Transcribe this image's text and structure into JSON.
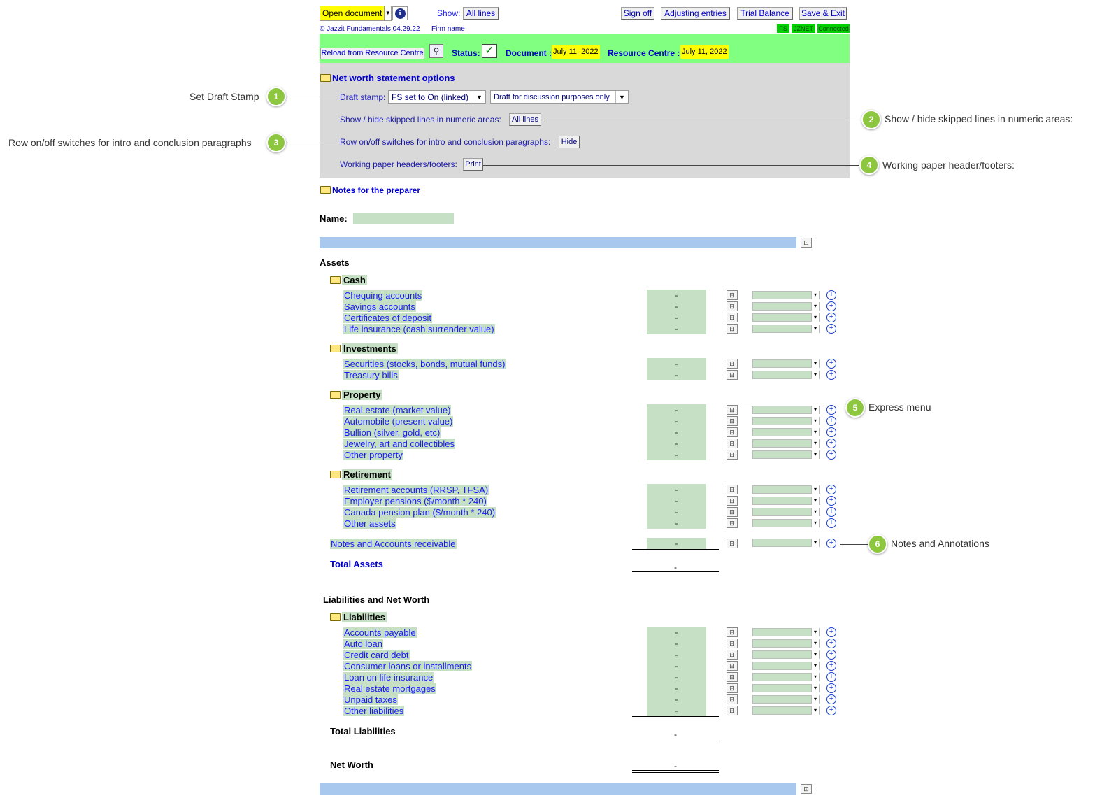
{
  "toolbar": {
    "open_document": "Open document",
    "show_label": "Show:",
    "show_value": "All lines",
    "sign_off": "Sign off",
    "adjusting_entries": "Adjusting entries",
    "trial_balance": "Trial Balance",
    "save_exit": "Save & Exit",
    "copyright": "© Jazzit Fundamentals 04.29.22",
    "firm_name": "Firm name",
    "badges": [
      "FS",
      "JZNET",
      "Connected"
    ]
  },
  "status_bar": {
    "reload": "Reload from Resource Centre",
    "status_label": "Status:",
    "document_label": "Document :",
    "document_date": "July 11, 2022",
    "rc_label": "Resource Centre :",
    "rc_date": "July 11, 2022"
  },
  "options": {
    "title": "Net worth statement options",
    "draft_stamp_label": "Draft stamp:",
    "draft_stamp_value": "FS set to On (linked)",
    "draft_text_value": "Draft for discussion purposes only",
    "skipped_lines_label": "Show / hide skipped lines in numeric areas:",
    "skipped_lines_button": "All lines",
    "row_switch_label": "Row on/off switches for intro and conclusion paragraphs:",
    "row_switch_button": "Hide",
    "headers_label": "Working paper headers/footers:",
    "headers_button": "Print"
  },
  "notes_link": "Notes for the preparer",
  "name_label": "Name:",
  "callouts": [
    {
      "n": "1",
      "text": "Set Draft Stamp"
    },
    {
      "n": "2",
      "text": "Show / hide skipped lines in numeric areas:"
    },
    {
      "n": "3",
      "text": "Row on/off switches for intro and conclusion paragraphs"
    },
    {
      "n": "4",
      "text": "Working paper header/footers:"
    },
    {
      "n": "5",
      "text": "Express menu"
    },
    {
      "n": "6",
      "text": "Notes and Annotations"
    }
  ],
  "assets": {
    "heading": "Assets",
    "groups": [
      {
        "title": "Cash",
        "items": [
          "Chequing accounts",
          "Savings accounts",
          "Certificates of deposit",
          "Life insurance (cash surrender value)"
        ]
      },
      {
        "title": "Investments",
        "items": [
          "Securities (stocks, bonds, mutual funds)",
          "Treasury bills"
        ]
      },
      {
        "title": "Property",
        "items": [
          "Real estate (market value)",
          "Automobile (present value)",
          "Bullion (silver, gold, etc)",
          "Jewelry, art and collectibles",
          "Other property"
        ]
      },
      {
        "title": "Retirement",
        "items": [
          "Retirement accounts (RRSP, TFSA)",
          "Employer pensions ($/month * 240)",
          "Canada pension plan ($/month * 240)",
          "Other assets"
        ]
      }
    ],
    "notes_receivable": "Notes and Accounts receivable",
    "total_label": "Total Assets"
  },
  "liabilities": {
    "heading": "Liabilities and Net Worth",
    "group_title": "Liabilities",
    "items": [
      "Accounts payable",
      "Auto loan",
      "Credit card debt",
      "Consumer loans or installments",
      "Loan on life insurance",
      "Real estate mortgages",
      "Unpaid taxes",
      "Other liabilities"
    ],
    "total_label": "Total Liabilities",
    "net_worth_label": "Net Worth"
  },
  "amount_placeholder": "-"
}
